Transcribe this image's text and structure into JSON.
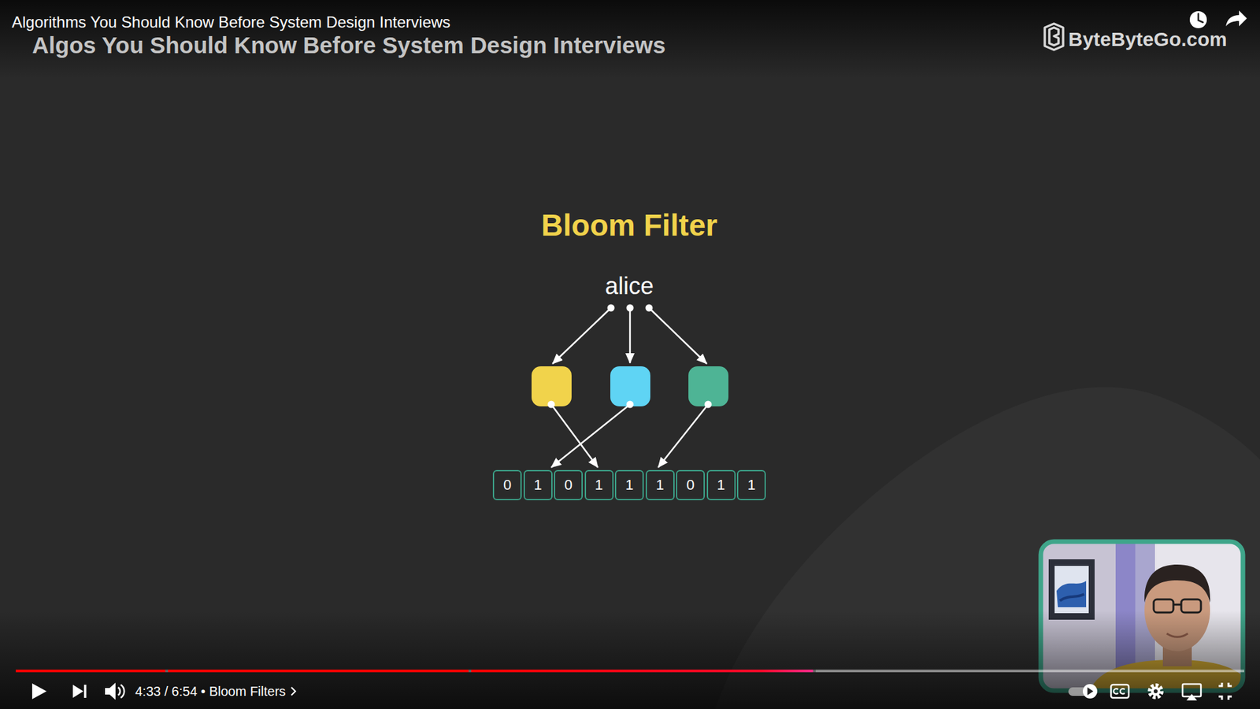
{
  "diagram": {
    "title": "Bloom Filter",
    "nodes": [
      {
        "text": [
          "0"
        ]
      },
      {
        "text": [
          "1"
        ]
      },
      {
        "text": [
          "0"
        ]
      },
      {
        "text": [
          "1"
        ]
      },
      {
        "text": [
          "1"
        ]
      },
      {
        "text": [
          "1"
        ]
      },
      {
        "text": [
          "0"
        ]
      },
      {
        "text": [
          "1"
        ]
      },
      {
        "text": [
          "1"
        ]
      }
    ],
    "labels": [
      "Algorithms You Should Know Before System Design Interviews",
      "Algos You Should Know Before System Design Interviews",
      "ByteByteGo.com",
      "alice",
      "4:33 / 6:54 • Bloom Filters"
    ]
  }
}
